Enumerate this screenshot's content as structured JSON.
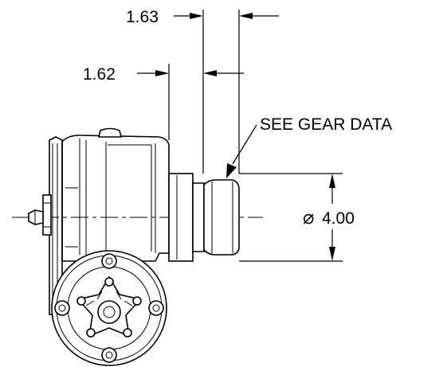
{
  "dimensions": {
    "top_offset": "1.63",
    "side_offset": "1.62",
    "callout": "SEE GEAR DATA",
    "diameter_symbol": "⌀",
    "diameter_value": "4.00"
  }
}
